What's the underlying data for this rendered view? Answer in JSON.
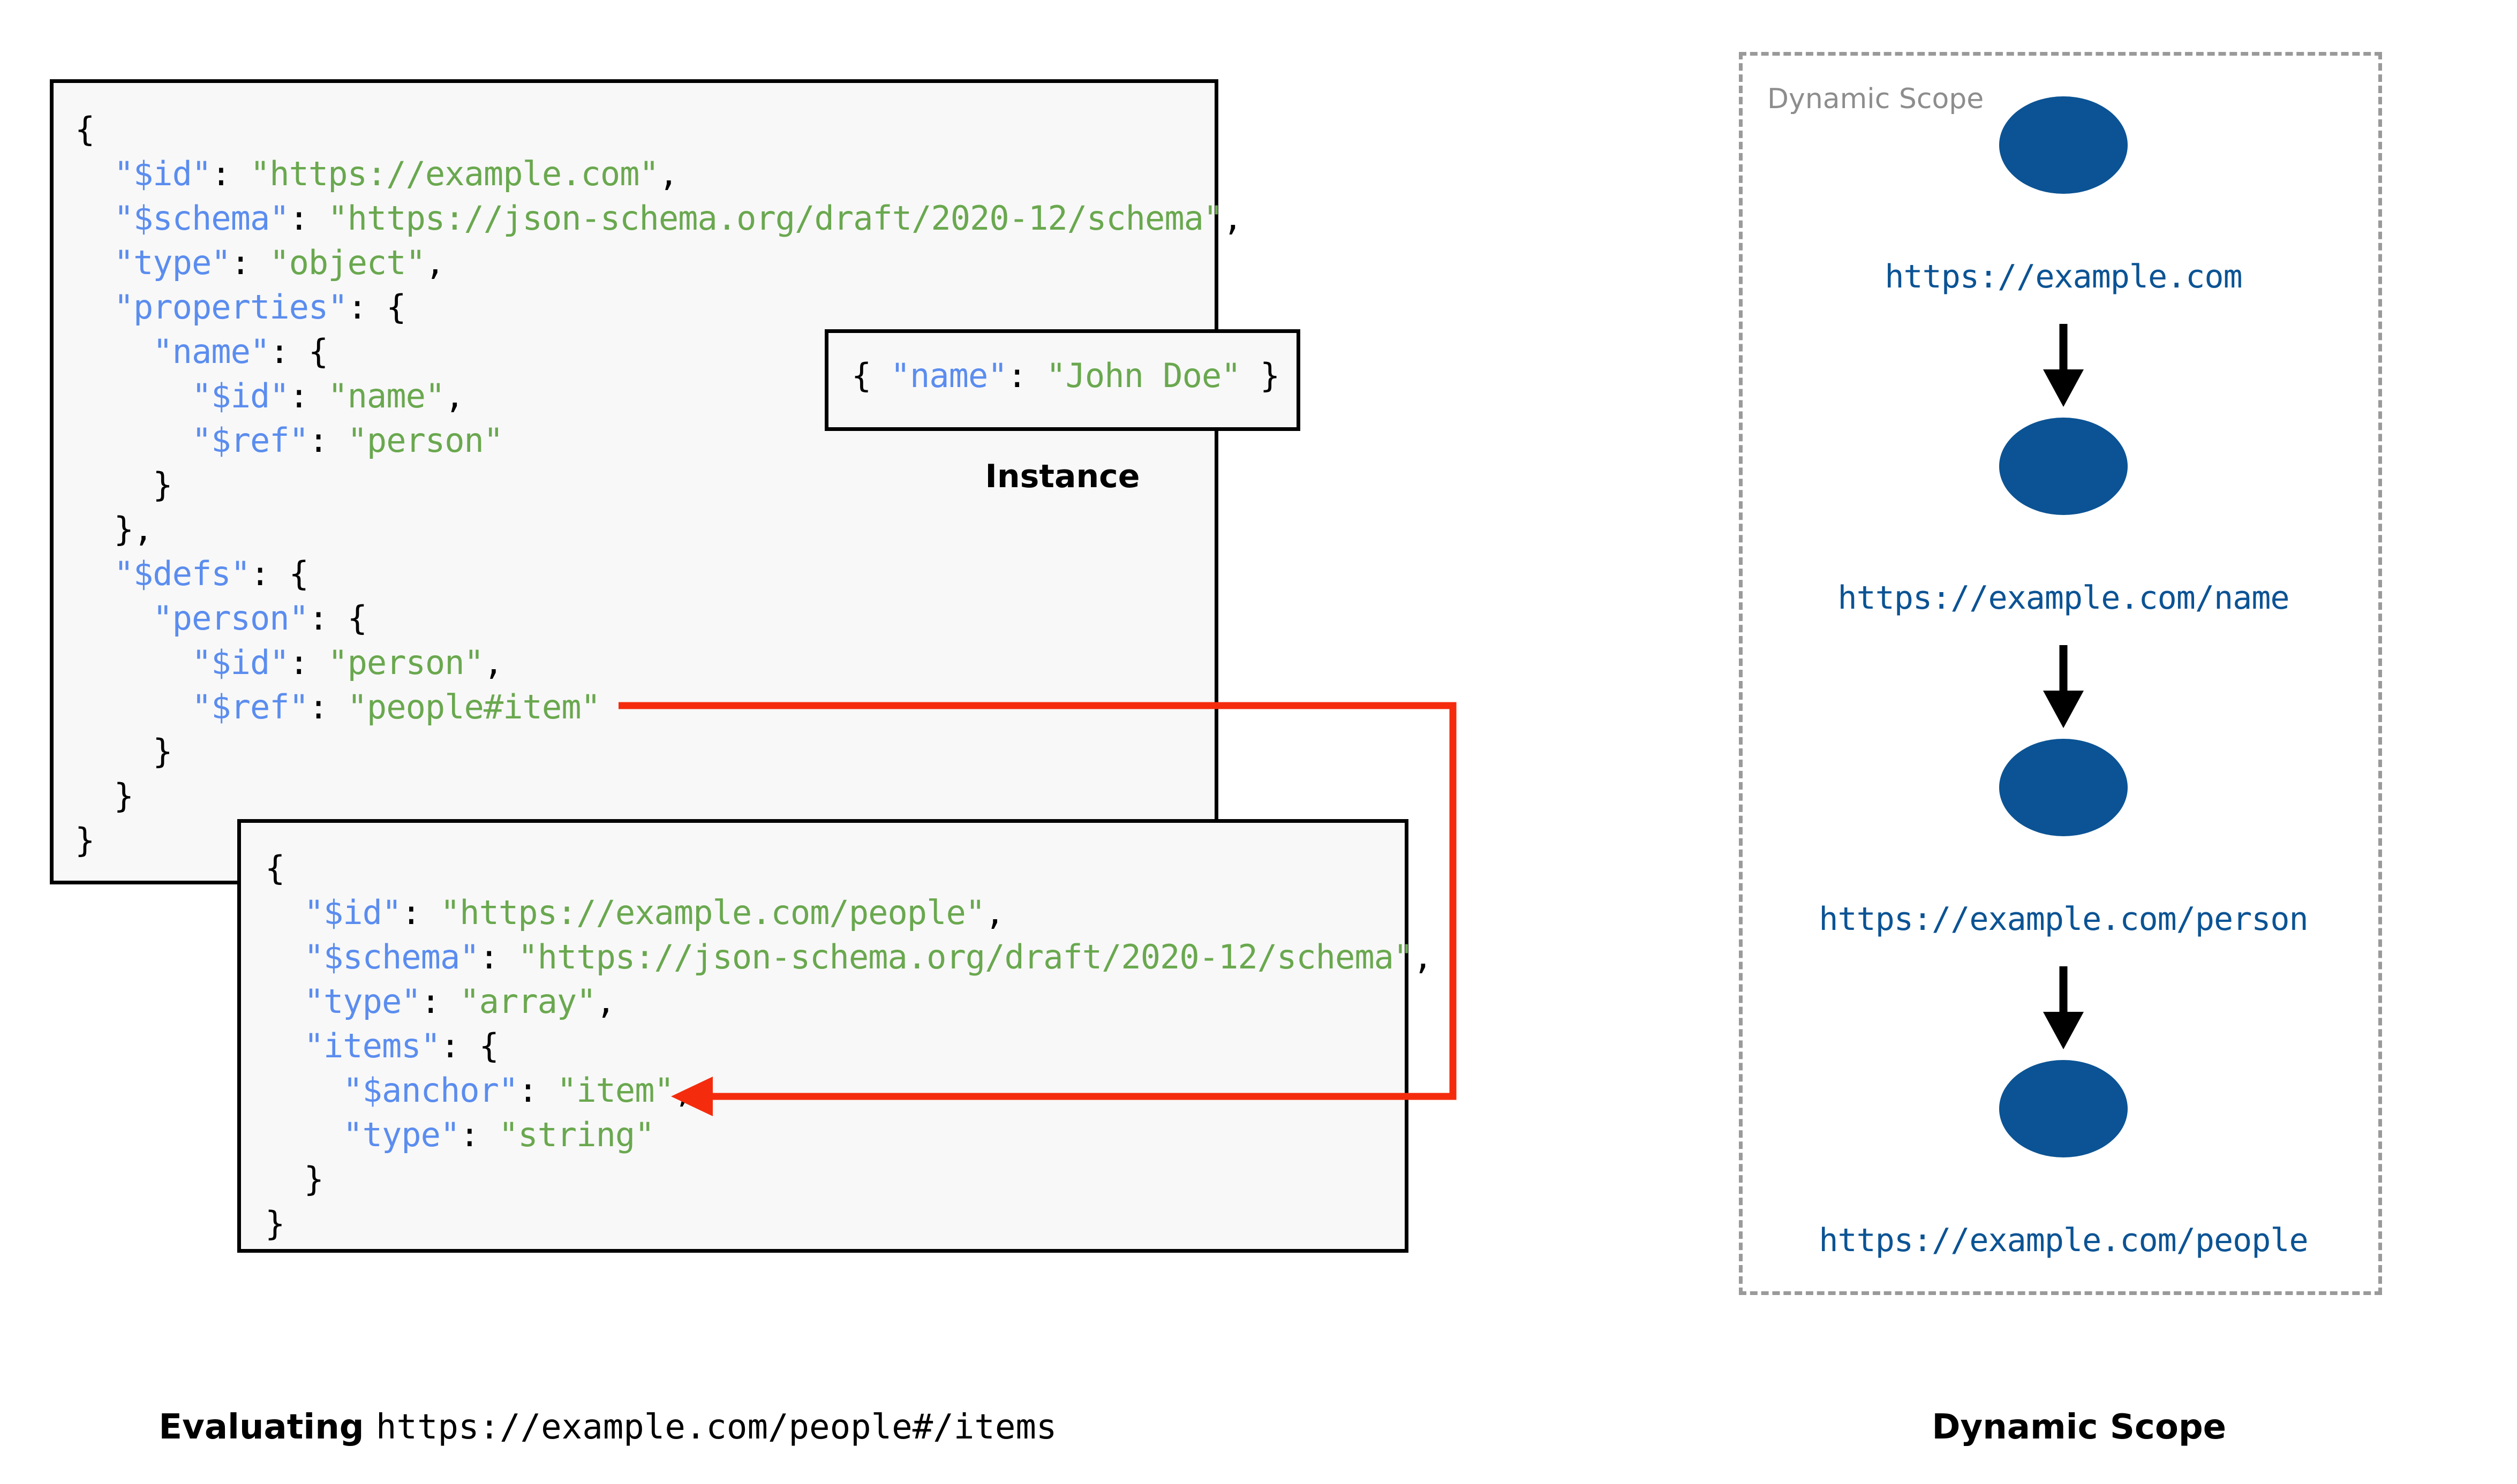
{
  "schema_box": {
    "lines": [
      [
        {
          "t": "{",
          "c": "p"
        }
      ],
      [
        {
          "t": "  \"$id\"",
          "c": "k"
        },
        {
          "t": ": ",
          "c": "p"
        },
        {
          "t": "\"https://example.com\"",
          "c": "s"
        },
        {
          "t": ",",
          "c": "p"
        }
      ],
      [
        {
          "t": "  \"$schema\"",
          "c": "k"
        },
        {
          "t": ": ",
          "c": "p"
        },
        {
          "t": "\"https://json-schema.org/draft/2020-12/schema\"",
          "c": "s"
        },
        {
          "t": ",",
          "c": "p"
        }
      ],
      [
        {
          "t": "  \"type\"",
          "c": "k"
        },
        {
          "t": ": ",
          "c": "p"
        },
        {
          "t": "\"object\"",
          "c": "s"
        },
        {
          "t": ",",
          "c": "p"
        }
      ],
      [
        {
          "t": "  \"properties\"",
          "c": "k"
        },
        {
          "t": ": {",
          "c": "p"
        }
      ],
      [
        {
          "t": "    \"name\"",
          "c": "k"
        },
        {
          "t": ": {",
          "c": "p"
        }
      ],
      [
        {
          "t": "      \"$id\"",
          "c": "k"
        },
        {
          "t": ": ",
          "c": "p"
        },
        {
          "t": "\"name\"",
          "c": "s"
        },
        {
          "t": ",",
          "c": "p"
        }
      ],
      [
        {
          "t": "      \"$ref\"",
          "c": "k"
        },
        {
          "t": ": ",
          "c": "p"
        },
        {
          "t": "\"person\"",
          "c": "s"
        }
      ],
      [
        {
          "t": "    }",
          "c": "p"
        }
      ],
      [
        {
          "t": "  },",
          "c": "p"
        }
      ],
      [
        {
          "t": "  \"$defs\"",
          "c": "k"
        },
        {
          "t": ": {",
          "c": "p"
        }
      ],
      [
        {
          "t": "    \"person\"",
          "c": "k"
        },
        {
          "t": ": {",
          "c": "p"
        }
      ],
      [
        {
          "t": "      \"$id\"",
          "c": "k"
        },
        {
          "t": ": ",
          "c": "p"
        },
        {
          "t": "\"person\"",
          "c": "s"
        },
        {
          "t": ",",
          "c": "p"
        }
      ],
      [
        {
          "t": "      \"$ref\"",
          "c": "k"
        },
        {
          "t": ": ",
          "c": "p"
        },
        {
          "t": "\"people#item\"",
          "c": "s"
        }
      ],
      [
        {
          "t": "    }",
          "c": "p"
        }
      ],
      [
        {
          "t": "  }",
          "c": "p"
        }
      ],
      [
        {
          "t": "}",
          "c": "p"
        }
      ]
    ]
  },
  "people_box": {
    "lines": [
      [
        {
          "t": "{",
          "c": "p"
        }
      ],
      [
        {
          "t": "  \"$id\"",
          "c": "k"
        },
        {
          "t": ": ",
          "c": "p"
        },
        {
          "t": "\"https://example.com/people\"",
          "c": "s"
        },
        {
          "t": ",",
          "c": "p"
        }
      ],
      [
        {
          "t": "  \"$schema\"",
          "c": "k"
        },
        {
          "t": ": ",
          "c": "p"
        },
        {
          "t": "\"https://json-schema.org/draft/2020-12/schema\"",
          "c": "s"
        },
        {
          "t": ",",
          "c": "p"
        }
      ],
      [
        {
          "t": "  \"type\"",
          "c": "k"
        },
        {
          "t": ": ",
          "c": "p"
        },
        {
          "t": "\"array\"",
          "c": "s"
        },
        {
          "t": ",",
          "c": "p"
        }
      ],
      [
        {
          "t": "  \"items\"",
          "c": "k"
        },
        {
          "t": ": {",
          "c": "p"
        }
      ],
      [
        {
          "t": "    \"$anchor\"",
          "c": "k"
        },
        {
          "t": ": ",
          "c": "p"
        },
        {
          "t": "\"item\"",
          "c": "s"
        },
        {
          "t": ",",
          "c": "p"
        }
      ],
      [
        {
          "t": "    \"type\"",
          "c": "k"
        },
        {
          "t": ": ",
          "c": "p"
        },
        {
          "t": "\"string\"",
          "c": "s"
        }
      ],
      [
        {
          "t": "  }",
          "c": "p"
        }
      ],
      [
        {
          "t": "}",
          "c": "p"
        }
      ]
    ]
  },
  "instance": {
    "label": "Instance",
    "lines": [
      [
        {
          "t": "{ ",
          "c": "p"
        },
        {
          "t": "\"name\"",
          "c": "k"
        },
        {
          "t": ": ",
          "c": "p"
        },
        {
          "t": "\"John Doe\"",
          "c": "s"
        },
        {
          "t": " }",
          "c": "p"
        }
      ]
    ]
  },
  "captions": {
    "left_bold": "Evaluating ",
    "left_mono": "https://example.com/people#/items",
    "right": "Dynamic Scope"
  },
  "scope": {
    "title": "Dynamic Scope",
    "nodes": [
      {
        "label": "https://example.com"
      },
      {
        "label": "https://example.com/name"
      },
      {
        "label": "https://example.com/person"
      },
      {
        "label": "https://example.com/people"
      }
    ]
  },
  "colors": {
    "json_key": "#5b8def",
    "json_string": "#6aa84f",
    "node_blue": "#0b5394",
    "ref_arrow_red": "#f42c0d",
    "scope_border": "#9a9a9a",
    "box_border": "#000000",
    "box_fill": "#f8f8f8"
  }
}
